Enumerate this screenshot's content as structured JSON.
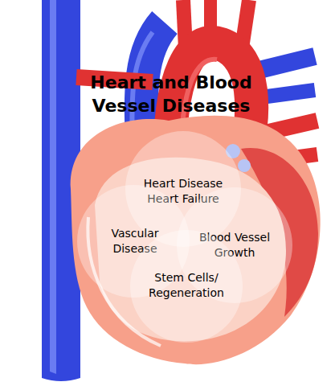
{
  "diagram": {
    "title": "Heart and Blood Vessel Diseases",
    "nodes": [
      {
        "text": [
          "Heart Disease Heart Failure"
        ]
      },
      {
        "text": [
          "Vascular Disease"
        ]
      },
      {
        "text": [
          "Blood Vessel Growth"
        ]
      },
      {
        "text": [
          "Stem Cells/ Regeneration"
        ]
      }
    ]
  }
}
